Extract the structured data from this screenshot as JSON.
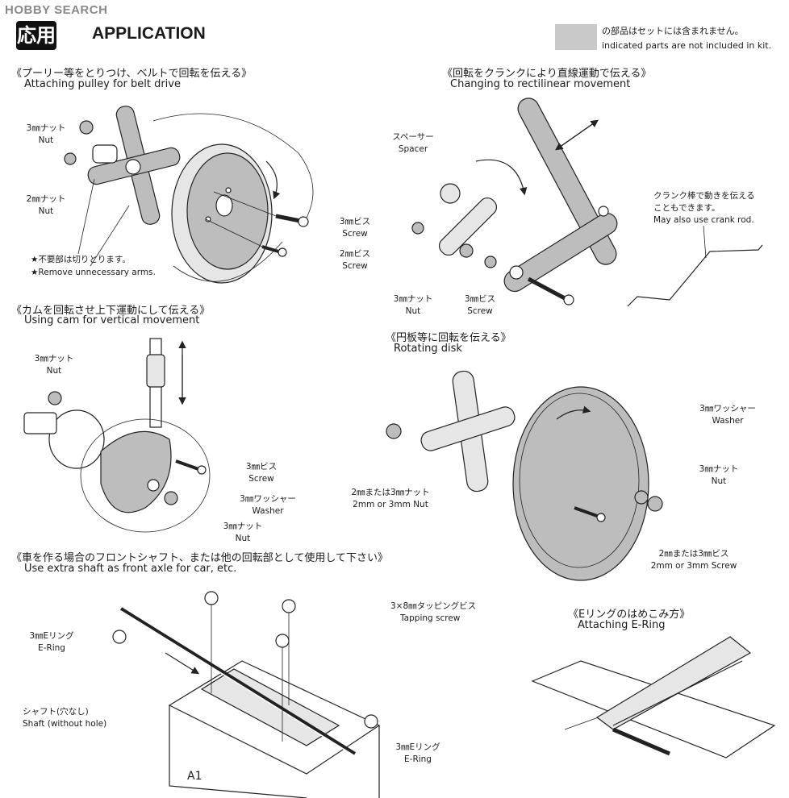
{
  "watermark": "HOBBY SEARCH",
  "header": {
    "badge": "応用",
    "title": "APPLICATION",
    "legend_jp": "の部品はセットには含まれません。",
    "legend_en": "indicated parts are not included in kit."
  },
  "sections": {
    "pulley": {
      "title_jp": "《プーリー等をとりつけ、ベルトで回転を伝える》",
      "title_en": "Attaching pulley for belt drive",
      "nut3_jp": "3㎜ナット",
      "nut3_en": "Nut",
      "nut2_jp": "2㎜ナット",
      "nut2_en": "Nut",
      "screw3_jp": "3㎜ビス",
      "screw3_en": "Screw",
      "screw2_jp": "2㎜ビス",
      "screw2_en": "Screw",
      "note_jp": "★不要部は切りとります。",
      "note_en": "★Remove unnecessary arms."
    },
    "crank": {
      "title_jp": "《回転をクランクにより直線運動で伝える》",
      "title_en": "Changing to rectilinear movement",
      "spacer_jp": "スペーサー",
      "spacer_en": "Spacer",
      "nut_jp": "3㎜ナット",
      "nut_en": "Nut",
      "screw_jp": "3㎜ビス",
      "screw_en": "Screw",
      "rod_jp1": "クランク棒で動きを伝える",
      "rod_jp2": "こともできます。",
      "rod_en": "May also use crank rod."
    },
    "cam": {
      "title_jp": "《カムを回転させ上下運動にして伝える》",
      "title_en": "Using cam for vertical movement",
      "nut_top_jp": "3㎜ナット",
      "nut_top_en": "Nut",
      "screw_jp": "3㎜ビス",
      "screw_en": "Screw",
      "washer_jp": "3㎜ワッシャー",
      "washer_en": "Washer",
      "nut_bot_jp": "3㎜ナット",
      "nut_bot_en": "Nut"
    },
    "disk": {
      "title_jp": "《円板等に回転を伝える》",
      "title_en": "Rotating disk",
      "washer_jp": "3㎜ワッシャー",
      "washer_en": "Washer",
      "nut_jp": "3㎜ナット",
      "nut_en": "Nut",
      "nut23_jp": "2㎜または3㎜ナット",
      "nut23_en": "2mm or 3mm Nut",
      "screw23_jp": "2㎜または3㎜ビス",
      "screw23_en": "2mm or 3mm Screw"
    },
    "shaft": {
      "title_jp": "《車を作る場合のフロントシャフト、または他の回転部として使用して下さい》",
      "title_en": "Use extra shaft as front axle for car, etc.",
      "tap_jp": "3×8㎜タッピングビス",
      "tap_en": "Tapping screw",
      "ering_l_jp": "3㎜Eリング",
      "ering_l_en": "E-Ring",
      "shaft_jp": "シャフト(穴なし)",
      "shaft_en": "Shaft (without hole)",
      "ering_r_jp": "3㎜Eリング",
      "ering_r_en": "E-Ring",
      "part": "A1"
    },
    "ering": {
      "title_jp": "《Eリングのはめこみ方》",
      "title_en": "Attaching E-Ring"
    }
  }
}
